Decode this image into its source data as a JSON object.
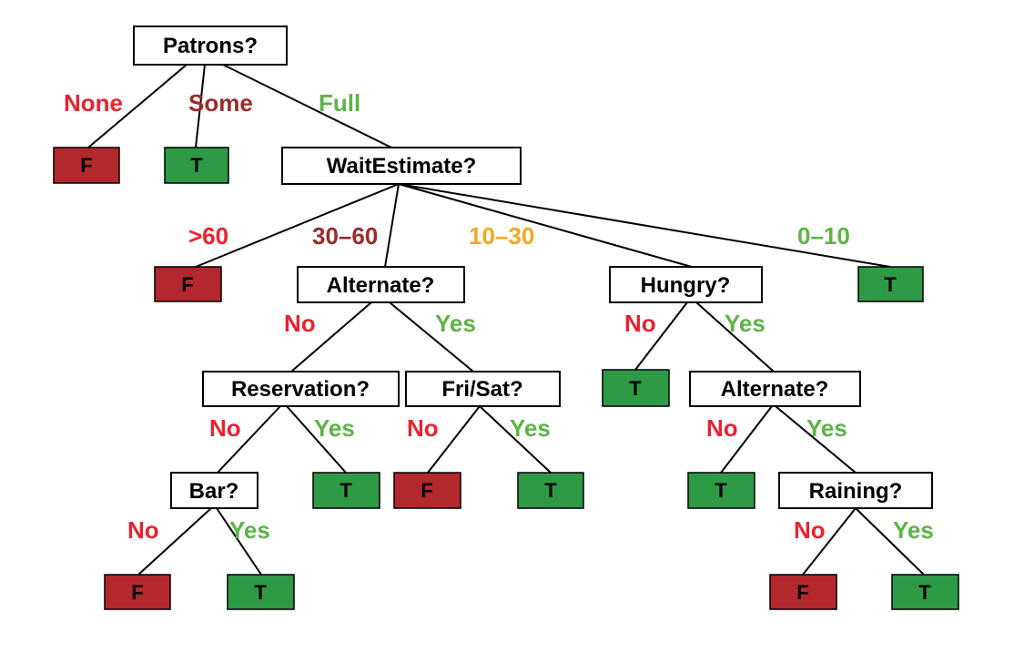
{
  "colors": {
    "red": "#e8232f",
    "dark_red": "#9b2b2b",
    "green": "#5cb447",
    "orange": "#f5a623",
    "leaf_false_fill": "#b3282d",
    "leaf_true_fill": "#2e9a45"
  },
  "nodes": {
    "patrons": "Patrons?",
    "wait_estimate": "WaitEstimate?",
    "alternate_1": "Alternate?",
    "hungry": "Hungry?",
    "reservation": "Reservation?",
    "fri_sat": "Fri/Sat?",
    "alternate_2": "Alternate?",
    "bar": "Bar?",
    "raining": "Raining?"
  },
  "leaves": {
    "patrons_none": "F",
    "patrons_some": "T",
    "wait_over_60": "F",
    "wait_0_10": "T",
    "hungry_no": "T",
    "reservation_yes": "T",
    "fri_sat_no": "F",
    "fri_sat_yes": "T",
    "alternate_2_no": "T",
    "bar_no": "F",
    "bar_yes": "T",
    "raining_no": "F",
    "raining_yes": "T"
  },
  "edges": {
    "none": "None",
    "some": "Some",
    "full": "Full",
    "over_60": ">60",
    "range_30_60": "30–60",
    "range_10_30": "10–30",
    "range_0_10": "0–10",
    "alternate_1_no": "No",
    "alternate_1_yes": "Yes",
    "hungry_no": "No",
    "hungry_yes": "Yes",
    "reservation_no": "No",
    "reservation_yes": "Yes",
    "fri_sat_no": "No",
    "fri_sat_yes": "Yes",
    "alternate_2_no": "No",
    "alternate_2_yes": "Yes",
    "bar_no": "No",
    "bar_yes": "Yes",
    "raining_no": "No",
    "raining_yes": "Yes"
  }
}
